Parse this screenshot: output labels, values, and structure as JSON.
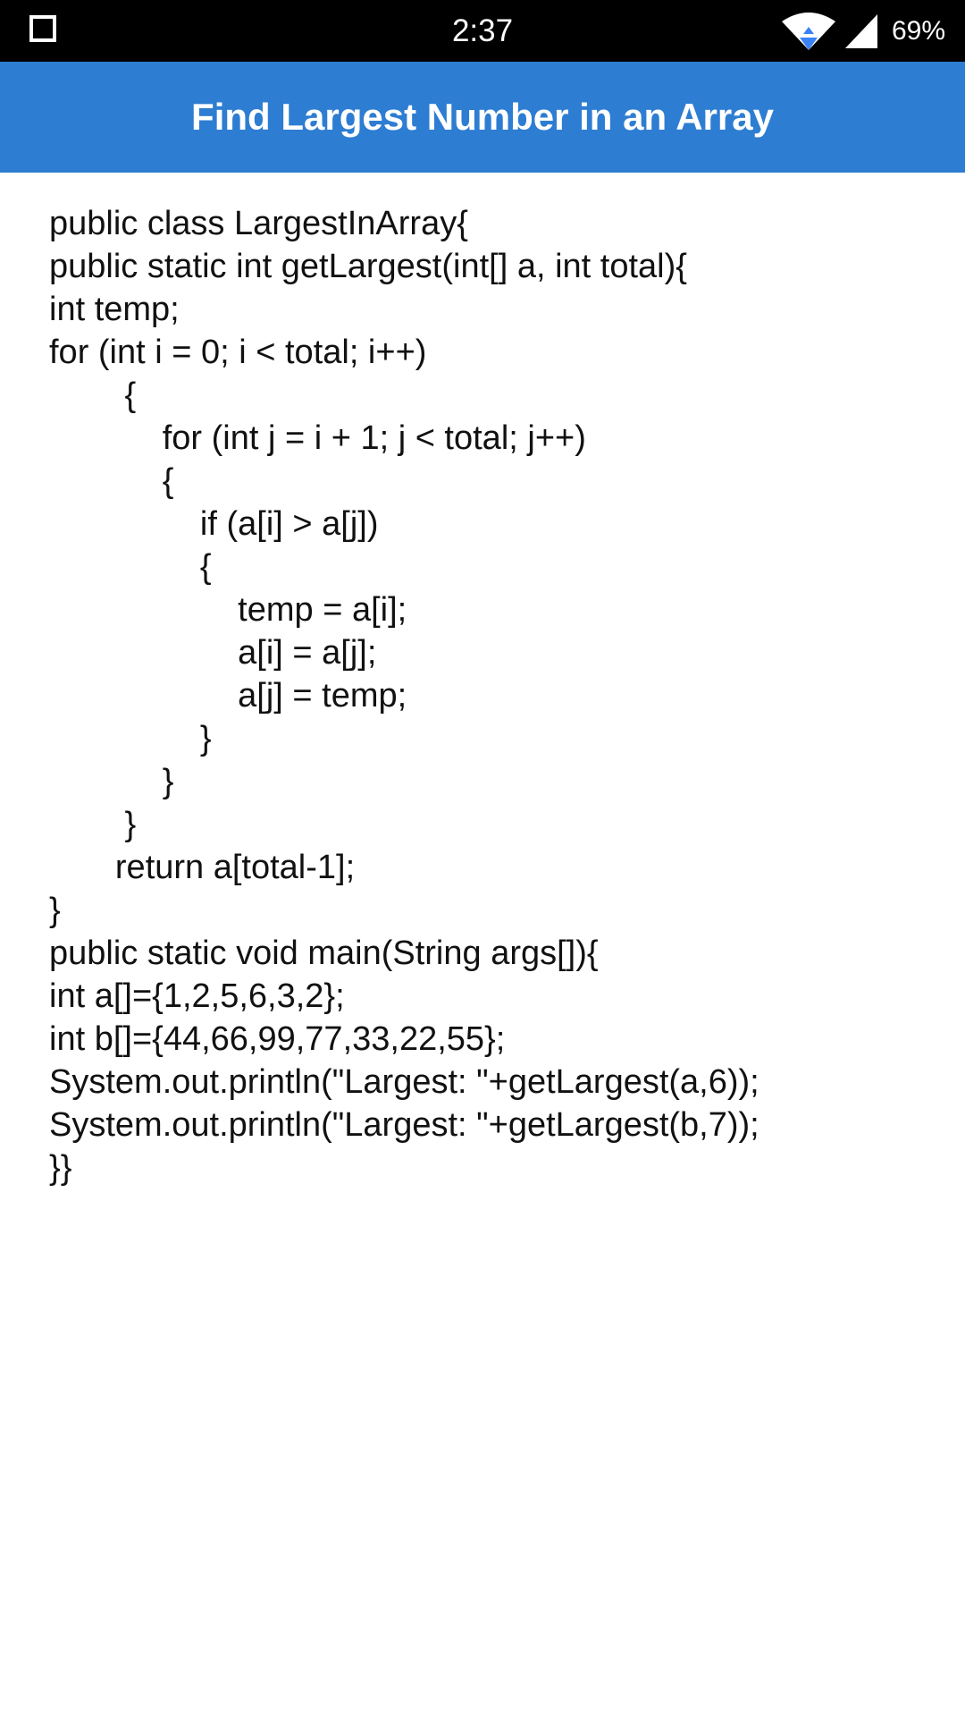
{
  "status_bar": {
    "time": "2:37",
    "battery": "69%",
    "icons": [
      "recents-icon",
      "wifi-icon",
      "signal-icon"
    ]
  },
  "app_bar": {
    "title": "Find Largest Number in an Array",
    "color": "#2d7dd2"
  },
  "code": {
    "lines": [
      "public class LargestInArray{",
      "public static int getLargest(int[] a, int total){",
      "int temp;",
      "for (int i = 0; i < total; i++)",
      "        {",
      "            for (int j = i + 1; j < total; j++)",
      "            {",
      "                if (a[i] > a[j])",
      "                {",
      "                    temp = a[i];",
      "                    a[i] = a[j];",
      "                    a[j] = temp;",
      "                }",
      "            }",
      "        }",
      "       return a[total-1];",
      "}",
      "public static void main(String args[]){",
      "int a[]={1,2,5,6,3,2};",
      "int b[]={44,66,99,77,33,22,55};",
      "System.out.println(\"Largest: \"+getLargest(a,6));",
      "System.out.println(\"Largest: \"+getLargest(b,7));",
      "}}"
    ]
  }
}
